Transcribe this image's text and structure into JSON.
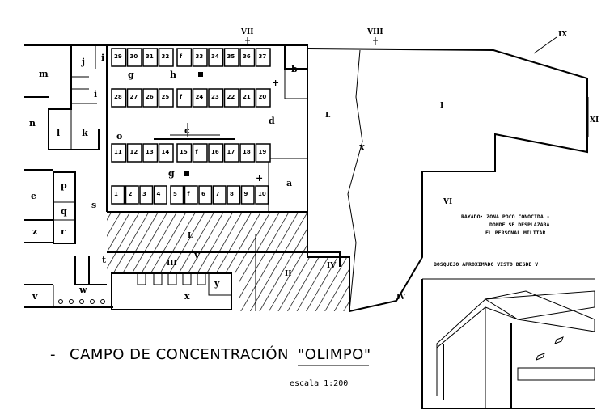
{
  "title": "CAMPO DE CONCENTRACIÓN",
  "title_name": "\"OLIMPO\"",
  "scale": "escala 1:200",
  "legend": {
    "line1": "RAYADO: ZONA POCO CONOCIDA -",
    "line2": "DONDE SE DESPLAZABA",
    "line3": "EL PERSONAL MILITAR"
  },
  "inset_caption": "BOSQUEJO APROXIMADO VISTO DESDE V",
  "cell_rows": [
    [
      "29",
      "30",
      "31",
      "32",
      "f",
      "33",
      "34",
      "35",
      "36",
      "37"
    ],
    [
      "28",
      "27",
      "26",
      "25",
      "f",
      "24",
      "23",
      "22",
      "21",
      "20"
    ],
    [
      "11",
      "12",
      "13",
      "14",
      "15",
      "f",
      "16",
      "17",
      "18",
      "19"
    ],
    [
      "1",
      "2",
      "3",
      "4",
      "5",
      "f",
      "6",
      "7",
      "8",
      "9",
      "10"
    ]
  ],
  "room_labels": {
    "m": "m",
    "j": "j",
    "i1": "i",
    "i2": "i",
    "n": "n",
    "l": "l",
    "k": "k",
    "e": "e",
    "p": "p",
    "q": "q",
    "r": "r",
    "s": "s",
    "z": "z",
    "t": "t",
    "w": "w",
    "v": "v",
    "x": "x",
    "y": "y",
    "g1": "g",
    "h": "h",
    "g2": "g",
    "b": "b",
    "d": "d",
    "c": "c",
    "a": "a",
    "o": "o",
    "plus1": "+",
    "plus2": "+"
  },
  "view_markers": {
    "vii": "VII",
    "viii": "VIII",
    "ix": "IX",
    "xi": "XI",
    "i": "I",
    "l1": "L",
    "l2": "L",
    "x": "X",
    "vi": "VI",
    "iii": "III",
    "v": "V",
    "ii": "II",
    "iv": "IV",
    "iv2": "IV"
  }
}
